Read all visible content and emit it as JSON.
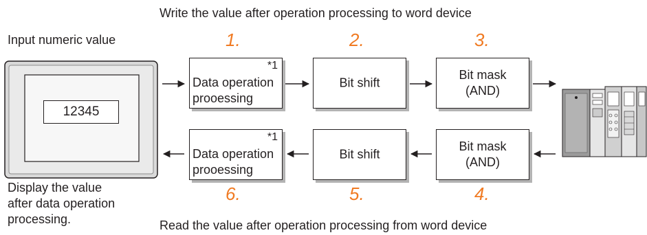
{
  "top_caption": "Write the value after operation processing to word device",
  "bottom_caption": "Read the value after operation processing from word device",
  "input_label": "Input numeric value",
  "display_label": [
    "Display the value",
    "after data operation",
    "processing."
  ],
  "panel_value": "12345",
  "steps": {
    "s1": "1.",
    "s2": "2.",
    "s3": "3.",
    "s4": "4.",
    "s5": "5.",
    "s6": "6."
  },
  "boxes": {
    "data_op_top": {
      "line1": "Data operation",
      "line2": "prooessing",
      "note": "*1"
    },
    "bit_shift_top": "Bit shift",
    "bit_mask_top": {
      "line1": "Bit mask",
      "line2": "(AND)"
    },
    "data_op_bottom": {
      "line1": "Data operation",
      "line2": "prooessing",
      "note": "*1"
    },
    "bit_shift_bottom": "Bit shift",
    "bit_mask_bottom": {
      "line1": "Bit mask",
      "line2": "(AND)"
    }
  },
  "colors": {
    "step_number": "#f07a22",
    "line": "#231f20",
    "shadow": "#b3b3b3"
  }
}
